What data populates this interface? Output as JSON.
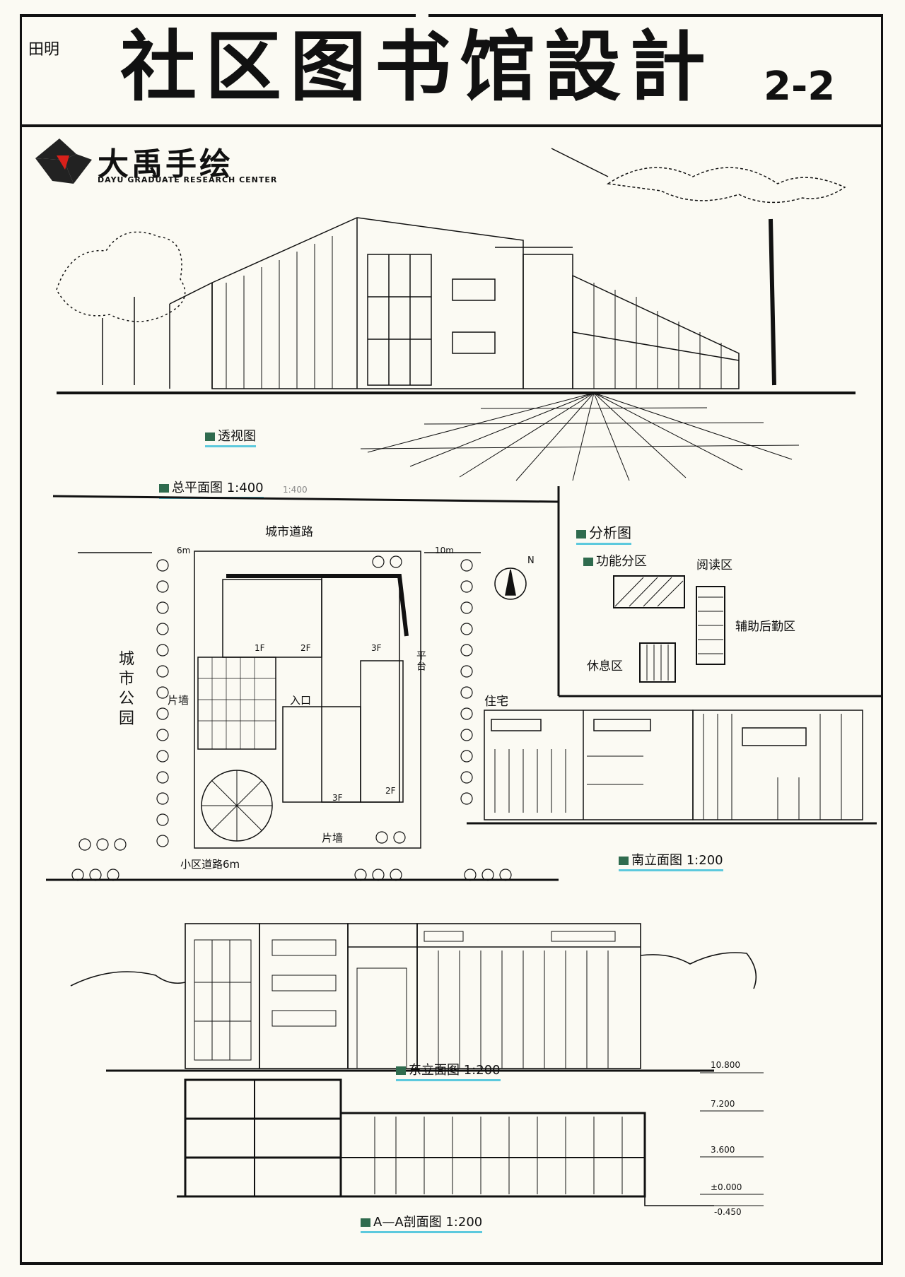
{
  "header": {
    "signature": "田明",
    "title": "社区图书馆設計",
    "sheet_number": "2-2"
  },
  "logo": {
    "name": "大禹手绘",
    "subtitle": "DAYU GRADUATE RESEARCH CENTER",
    "icon": "dayu-logo-icon"
  },
  "drawings": {
    "perspective": {
      "label": "透视图"
    },
    "site_plan": {
      "label": "总平面图 1:400",
      "pencil_note": "1:400",
      "city_road": "城市道路",
      "city_park": "城市公园",
      "community_road": "小区道路6m",
      "width_6m": "6m",
      "width_10m": "10m",
      "residential": "住宅",
      "wall_left": "片墙",
      "wall_bottom": "片墙",
      "entrance": "入口",
      "platform": "平台",
      "north": "N",
      "floors": [
        "1F",
        "2F",
        "3F",
        "3F",
        "2F"
      ]
    },
    "analysis": {
      "label": "分析图",
      "function_zone": "功能分区",
      "reading": "阅读区",
      "auxiliary": "辅助后勤区",
      "rest": "休息区"
    },
    "south_elevation": {
      "label": "南立面图 1:200"
    },
    "east_elevation": {
      "label": "东立面图 1:200"
    },
    "section": {
      "label": "A—A剖面图 1:200",
      "levels": [
        "10.800",
        "7.200",
        "3.600",
        "±0.000",
        "-0.450"
      ]
    }
  }
}
